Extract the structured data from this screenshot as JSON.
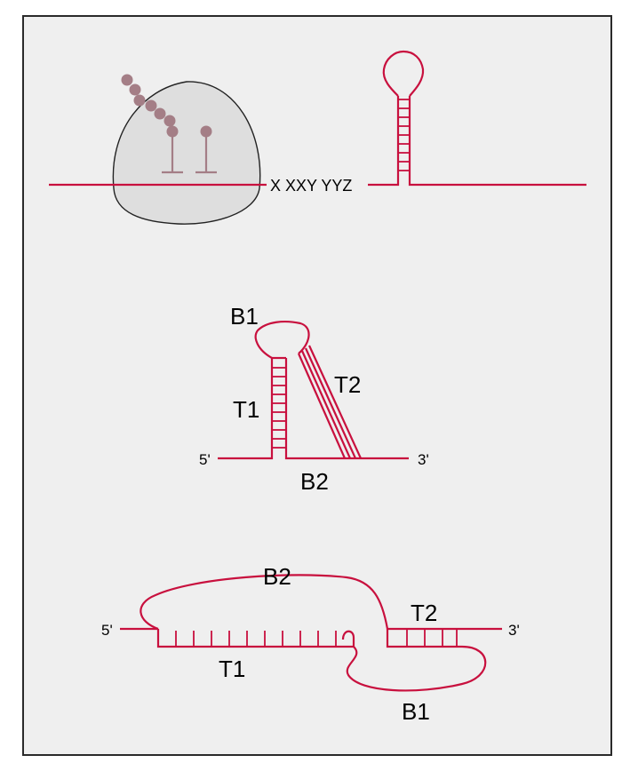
{
  "colors": {
    "rna": "#c8103e",
    "ribosome_fill": "#dedede",
    "trna": "#a47e86",
    "frame_bg": "#efefef",
    "frame_border": "#2a2a2a"
  },
  "panel1": {
    "sequence": "X XXY YYZ"
  },
  "panel2": {
    "b1": "B1",
    "t1": "T1",
    "t2": "T2",
    "b2": "B2",
    "five_prime": "5'",
    "three_prime": "3'"
  },
  "panel3": {
    "b2": "B2",
    "t2": "T2",
    "t1": "T1",
    "b1": "B1",
    "five_prime": "5'",
    "three_prime": "3'"
  }
}
